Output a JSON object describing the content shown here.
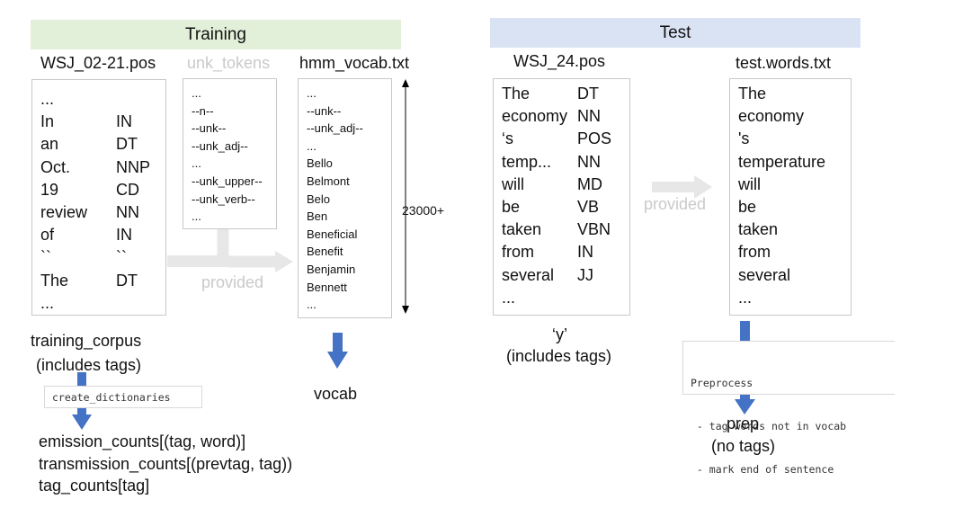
{
  "training": {
    "header": "Training",
    "wsj_title": "WSJ_02-21.pos",
    "wsj_rows": [
      [
        "...",
        ""
      ],
      [
        "In",
        "IN"
      ],
      [
        "an",
        "DT"
      ],
      [
        "Oct.",
        "NNP"
      ],
      [
        "19",
        "CD"
      ],
      [
        "review",
        "NN"
      ],
      [
        "of",
        "IN"
      ],
      [
        "``",
        "``"
      ],
      [
        "The",
        "DT"
      ],
      [
        "...",
        ""
      ]
    ],
    "unk_title": "unk_tokens",
    "unk_items": [
      "...",
      "--n--",
      "--unk--",
      "--unk_adj--",
      "...",
      "--unk_upper--",
      "--unk_verb--",
      "..."
    ],
    "vocab_title": "hmm_vocab.txt",
    "vocab_items": [
      "...",
      "--unk--",
      "--unk_adj--",
      "...",
      "Bello",
      "Belmont",
      "Belo",
      "Ben",
      "Beneficial",
      "Benefit",
      "Benjamin",
      "Bennett",
      "..."
    ],
    "vocab_count": "23000+",
    "provided_label": "provided",
    "corpus_label_1": "training_corpus",
    "corpus_label_2": "(includes tags)",
    "create_func": "create_dictionaries",
    "vocab_label": "vocab",
    "outputs": [
      "emission_counts[(tag, word)]",
      "transmission_counts[(prevtag, tag))",
      "tag_counts[tag]"
    ]
  },
  "test": {
    "header": "Test",
    "wsj_title": "WSJ_24.pos",
    "wsj_rows": [
      [
        "The",
        "DT"
      ],
      [
        "economy",
        "NN"
      ],
      [
        "‘s",
        "POS"
      ],
      [
        "temp...",
        "NN"
      ],
      [
        "will",
        "MD"
      ],
      [
        "be",
        "VB"
      ],
      [
        "taken",
        "VBN"
      ],
      [
        "from",
        "IN"
      ],
      [
        "several",
        "JJ"
      ],
      [
        "...",
        ""
      ]
    ],
    "y_label_1": "‘y’",
    "y_label_2": "(includes tags)",
    "provided_label": "provided",
    "words_title": "test.words.txt",
    "words_items": [
      "The",
      "economy",
      "'s",
      "temperature",
      "will",
      "be",
      "taken",
      "from",
      "several",
      "..."
    ],
    "preprocess_lines": [
      "Preprocess",
      " - tag words not in vocab",
      " - mark end of sentence"
    ],
    "prep_label_1": "prep",
    "prep_label_2": "(no tags)"
  },
  "colors": {
    "training_header": "#e2f0d9",
    "test_header": "#dae3f3",
    "arrow_blue": "#4472c4",
    "provided_arrow": "#e7e7e7",
    "faint_text": "#c9c9c9"
  }
}
